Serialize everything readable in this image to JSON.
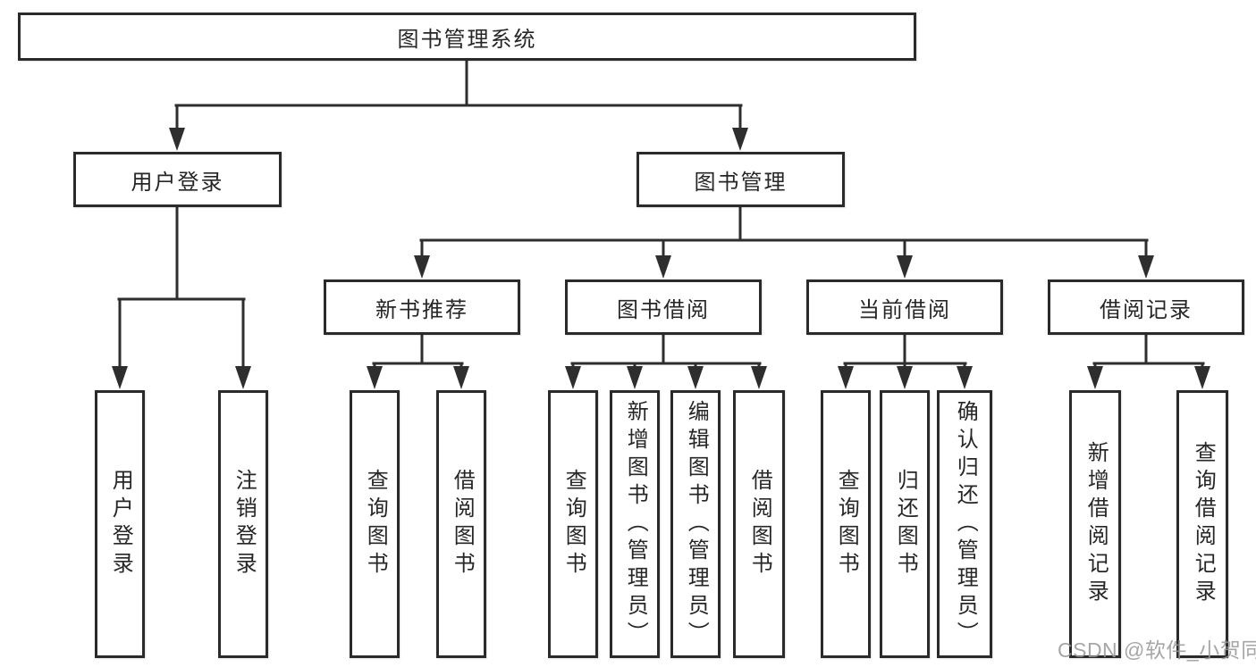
{
  "diagram": {
    "type": "hierarchy-tree",
    "background": "#ffffff",
    "line_color": "#2e2e2e",
    "box_border_color": "#2a2a2a",
    "text_color": "#262626",
    "watermark_color": "#969696"
  },
  "tree": {
    "label": "图书管理系统",
    "children": [
      {
        "label": "用户登录",
        "children": [
          {
            "label": "用户登录"
          },
          {
            "label": "注销登录"
          }
        ]
      },
      {
        "label": "图书管理",
        "children": [
          {
            "label": "新书推荐",
            "children": [
              {
                "label": "查询图书"
              },
              {
                "label": "借阅图书"
              }
            ]
          },
          {
            "label": "图书借阅",
            "children": [
              {
                "label": "查询图书"
              },
              {
                "label": "新增图书（管理员）"
              },
              {
                "label": "编辑图书（管理员）"
              },
              {
                "label": "借阅图书"
              }
            ]
          },
          {
            "label": "当前借阅",
            "children": [
              {
                "label": "查询图书"
              },
              {
                "label": "归还图书"
              },
              {
                "label": "确认归还（管理员）"
              }
            ]
          },
          {
            "label": "借阅记录",
            "children": [
              {
                "label": "新增借阅记录"
              },
              {
                "label": "查询借阅记录"
              }
            ]
          }
        ]
      }
    ]
  },
  "watermark": {
    "text": "CSDN @软件_小贺同学"
  }
}
